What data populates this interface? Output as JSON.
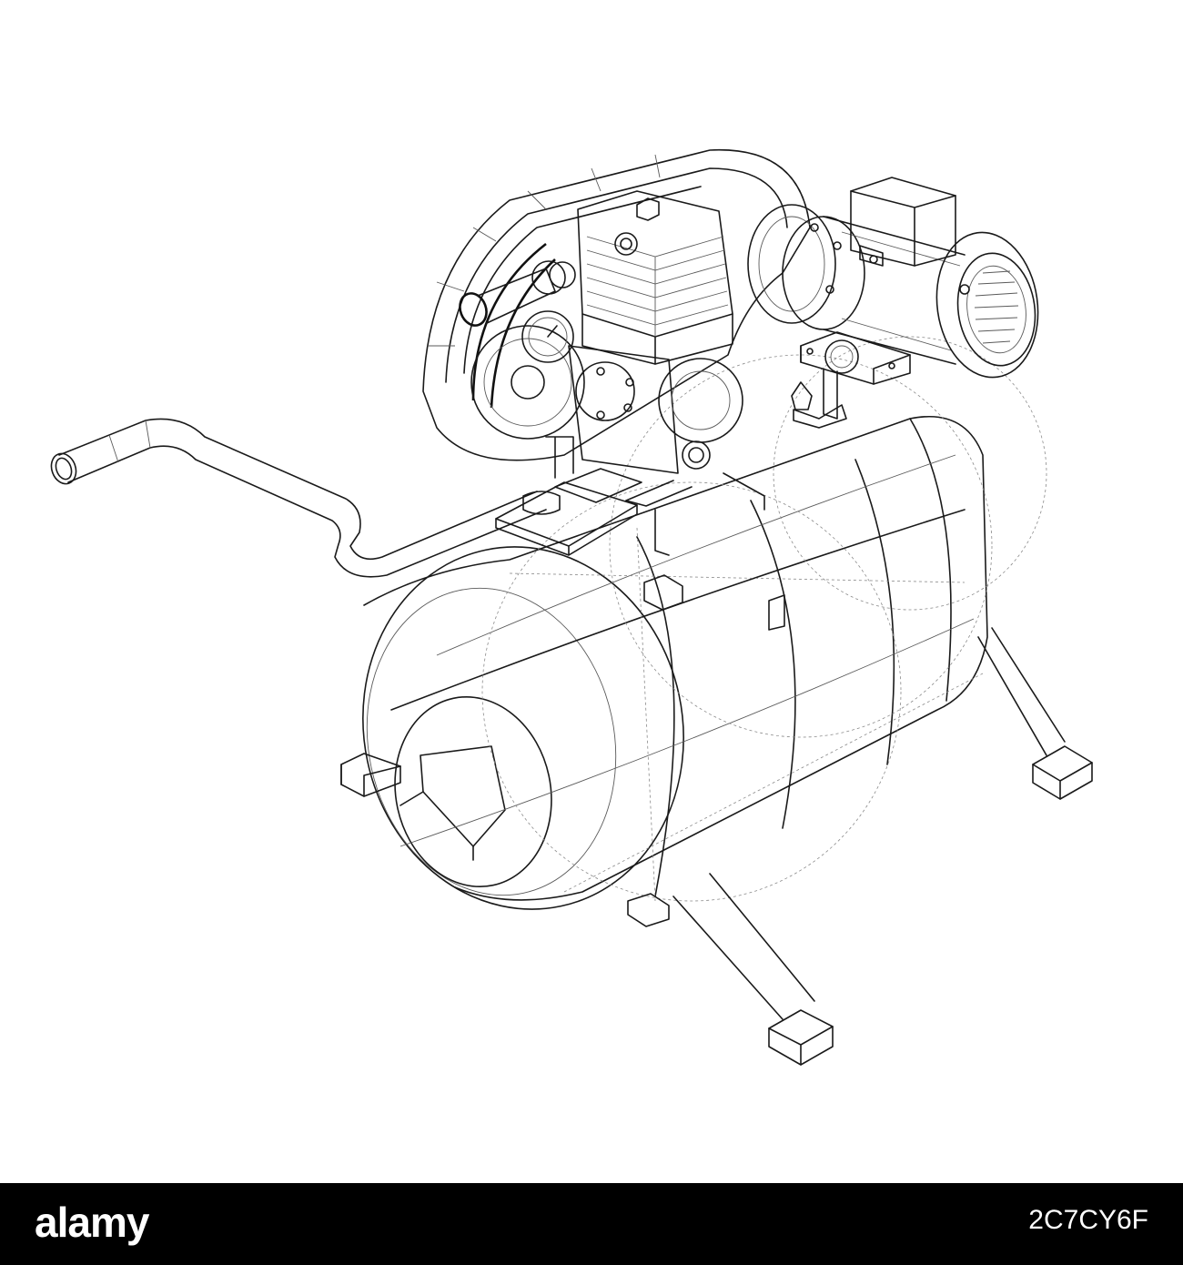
{
  "footer": {
    "brand": "alamy",
    "image_id": "2C7CY6F",
    "background": "#000000",
    "text_color": "#ffffff"
  },
  "drawing": {
    "style": "wireframe line drawing",
    "line_color": "#1a1a1a",
    "background": "#ffffff"
  }
}
